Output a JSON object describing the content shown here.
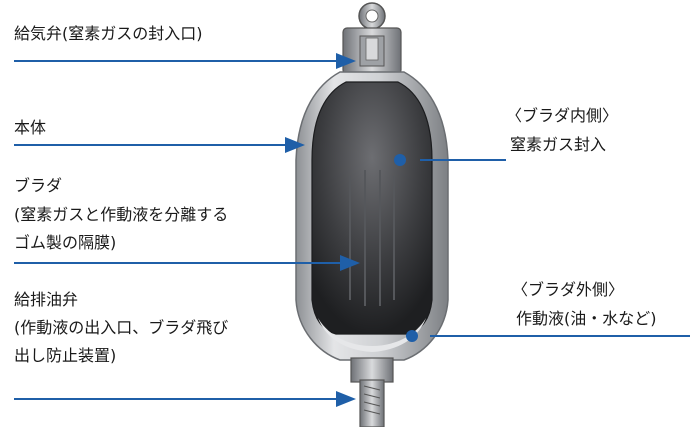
{
  "labels": {
    "gas_valve": "給気弁(窒素ガスの封入口)",
    "body": "本体",
    "bladder_line1": "ブラダ",
    "bladder_line2": "(窒素ガスと作動液を分離する",
    "bladder_line3": "ゴム製の隔膜)",
    "oil_valve_line1": "給排油弁",
    "oil_valve_line2": "(作動液の出入口、ブラダ飛び",
    "oil_valve_line3": "出し防止装置)",
    "inside_line1": "〈ブラダ内側〉",
    "inside_line2": "窒素ガス封入",
    "outside_line1": "〈ブラダ外側〉",
    "outside_line2": "作動液(油・水など)"
  },
  "colors": {
    "arrow": "#1f5fa8",
    "shell": "#c9cbce",
    "bladder": "#3a3b3e"
  }
}
